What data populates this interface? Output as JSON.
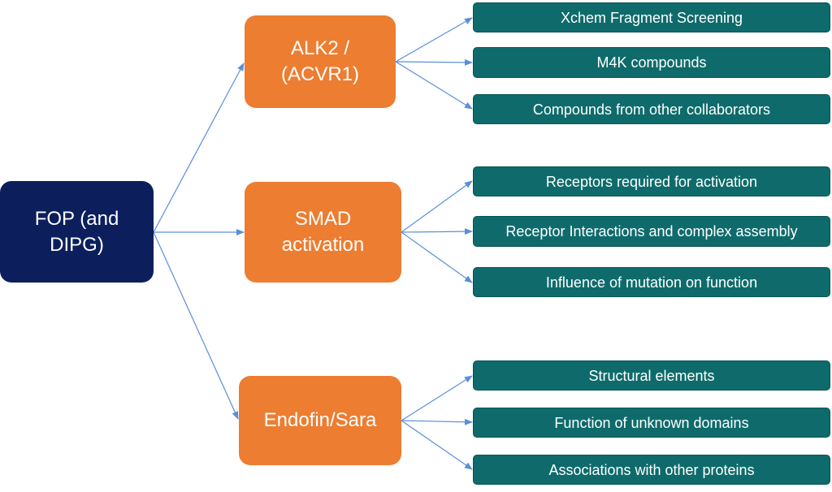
{
  "diagram": {
    "root": {
      "label_line1": "FOP (and",
      "label_line2": "DIPG)"
    },
    "branches": [
      {
        "label_line1": "ALK2 /",
        "label_line2": "(ACVR1)",
        "leaves": [
          "Xchem Fragment Screening",
          "M4K compounds",
          "Compounds from other collaborators"
        ]
      },
      {
        "label_line1": "SMAD",
        "label_line2": "activation",
        "leaves": [
          "Receptors required for activation",
          "Receptor Interactions and complex assembly",
          "Influence of mutation on function"
        ]
      },
      {
        "label_line1": "Endofin/Sara",
        "label_line2": "",
        "leaves": [
          "Structural elements",
          "Function of unknown domains",
          "Associations with other proteins"
        ]
      }
    ],
    "colors": {
      "root": "#0c1f5c",
      "branch": "#ed7d31",
      "leaf": "#0f6b6b",
      "connector": "#5b8fd6"
    }
  }
}
